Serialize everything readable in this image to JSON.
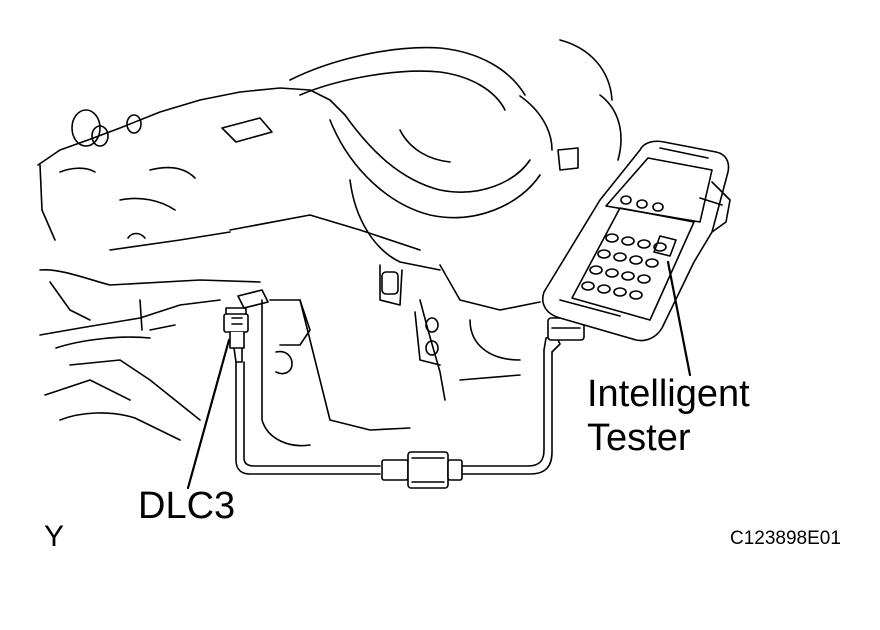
{
  "labels": {
    "dlc3": "DLC3",
    "tester_line1": "Intelligent",
    "tester_line2": "Tester",
    "view_marker": "Y",
    "figure_code": "C123898E01"
  },
  "colors": {
    "line": "#000000",
    "background": "#ffffff"
  }
}
